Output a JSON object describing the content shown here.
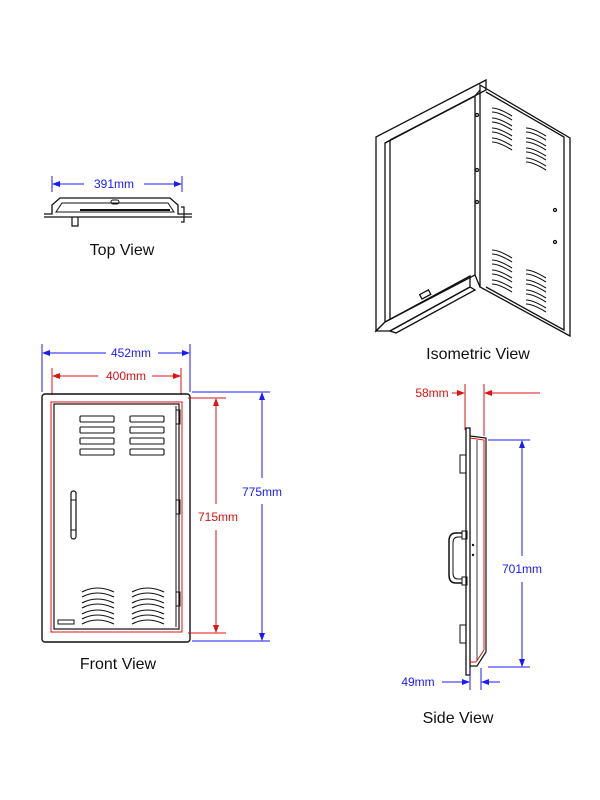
{
  "views": {
    "top": "Top View",
    "isometric": "Isometric View",
    "front": "Front View",
    "side": "Side View"
  },
  "dimensions": {
    "top_width": "391mm",
    "front_outer_width": "452mm",
    "front_inner_width": "400mm",
    "front_outer_height": "775mm",
    "front_inner_height": "715mm",
    "side_depth_top": "58mm",
    "side_height": "701mm",
    "side_depth_bottom": "49mm"
  },
  "colors": {
    "outer_dimension": "#1a1aff",
    "inner_dimension": "#e01010",
    "outline": "#111111"
  }
}
